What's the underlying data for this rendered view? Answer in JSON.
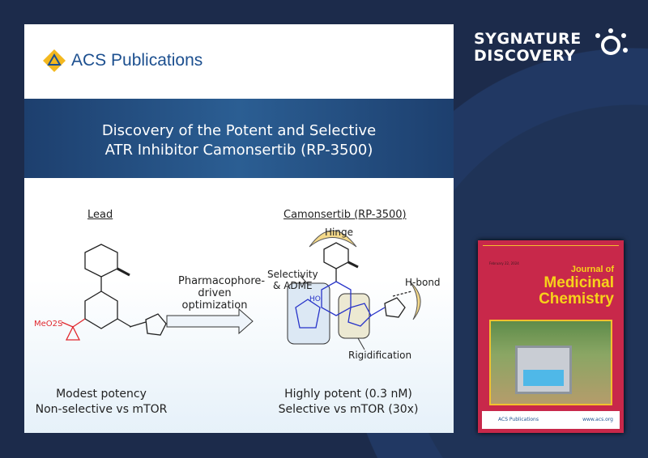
{
  "publisher": {
    "name": "ACS Publications"
  },
  "banner": {
    "line1": "Discovery of the Potent and Selective",
    "line2": "ATR Inhibitor Camonsertib (RP-3500)"
  },
  "lead": {
    "title": "Lead",
    "substituent": "MeO2S",
    "desc1": "Modest potency",
    "desc2": "Non-selective vs mTOR"
  },
  "arrow": {
    "line1": "Pharmacophore-",
    "line2": "driven",
    "line3": "optimization"
  },
  "product": {
    "title": "Camonsertib (RP-3500)",
    "hinge": "Hinge",
    "selectivity1": "Selectivity",
    "selectivity2": "& ADME",
    "hbond": "H-bond",
    "rigid": "Rigidification",
    "desc1": "Highly potent (0.3 nM)",
    "desc2": "Selective vs mTOR (30x)"
  },
  "brand": {
    "line1": "SYGNATURE",
    "line2": "DISCOVERY"
  },
  "cover": {
    "j1": "Journal of",
    "j2": "Medicinal",
    "j3": "Chemistry",
    "date": "February 22, 2024",
    "footer": "ACS Publications",
    "url": "www.acs.org"
  },
  "colors": {
    "bg": "#1c2b4b",
    "banner": "#2b5e93",
    "cover": "#c8284a",
    "title": "#f7d21a"
  }
}
